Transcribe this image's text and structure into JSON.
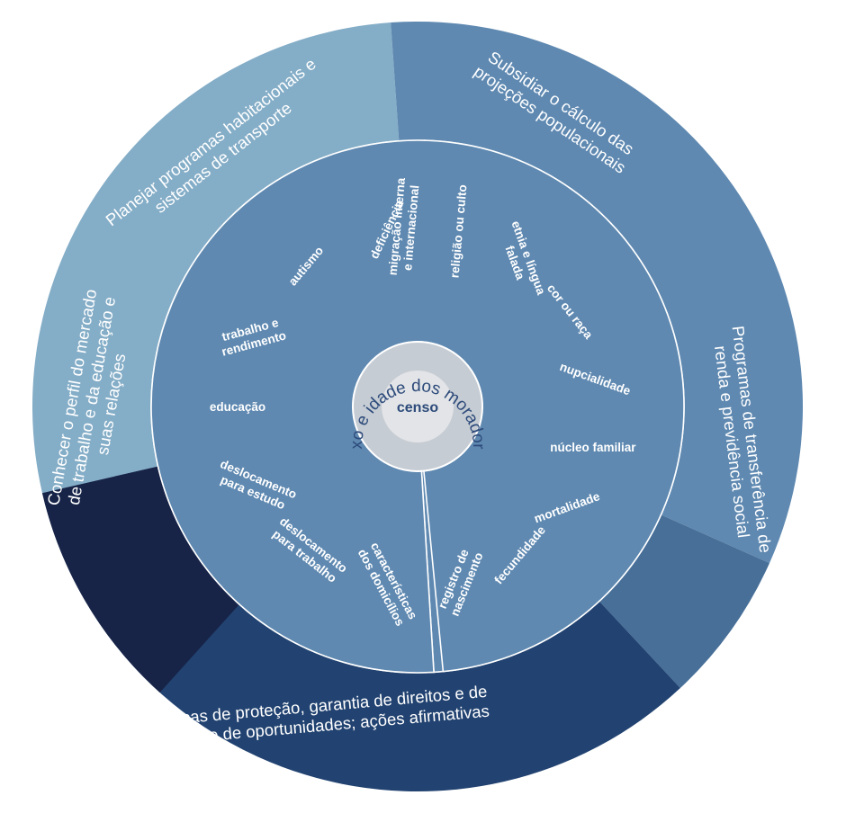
{
  "center": {
    "label": "censo",
    "ring_text": "sexo e idade dos moradores"
  },
  "colors": {
    "light_blue": "#84adc7",
    "mid_blue": "#5f89b1",
    "slate_blue": "#476f98",
    "dark_navy": "#172448",
    "navy": "#224371",
    "divider": "#ffffff",
    "hub_ring": "#c6ccd3",
    "hub_center": "#e2e4e7"
  },
  "themes": [
    {
      "label": "Planejar programas habitacionais e sistemas de transporte",
      "color": "#84adc7"
    },
    {
      "label": "Subsidiar o cálculo das projeções populacionais",
      "color": "#5f89b1"
    },
    {
      "label": "Programas de transferência de renda e previdência social",
      "color": "#476f98"
    },
    {
      "label": "Políticas de proteção, garantia de direitos e de igualdade de oportunidades; ações afirmativas",
      "color": "#224371"
    },
    {
      "label": "Conhecer o perfil do mercado de trabalho e da educação e suas relações",
      "color": "#172448"
    }
  ],
  "topics": [
    {
      "label": "características dos domicílios"
    },
    {
      "label": "deslocamento para trabalho"
    },
    {
      "label": "deslocamento para estudo"
    },
    {
      "label": "educação"
    },
    {
      "label": "trabalho e rendimento"
    },
    {
      "label": "autismo"
    },
    {
      "label": "deficiência"
    },
    {
      "label": "religião ou culto"
    },
    {
      "label": "etnia e língua falada"
    },
    {
      "label": "cor ou raça"
    },
    {
      "label": "nupcialidade"
    },
    {
      "label": "núcleo familiar"
    },
    {
      "label": "mortalidade"
    },
    {
      "label": "fecundidade"
    },
    {
      "label": "registro de nascimento"
    },
    {
      "label": "migração interna e internacional"
    }
  ]
}
